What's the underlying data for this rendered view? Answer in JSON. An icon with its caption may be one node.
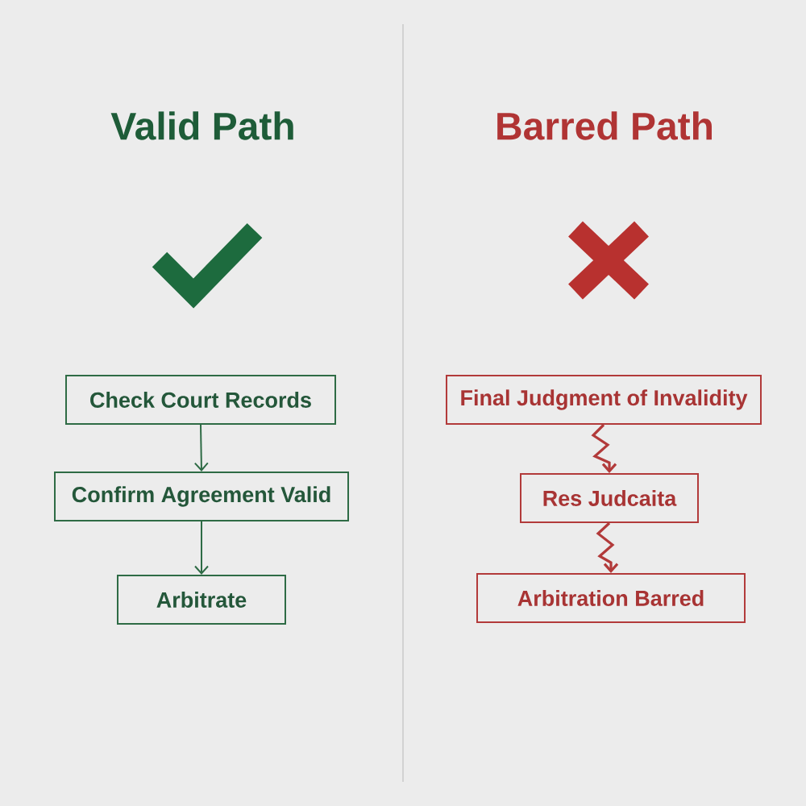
{
  "diagram": {
    "nodes": [
      {
        "text": [
          "Check Court Records"
        ]
      },
      {
        "text": [
          "Confirm Agreement Valid"
        ]
      },
      {
        "text": [
          "Arbitrate"
        ]
      },
      {
        "text": [
          "Final Judgment of Invalidity"
        ]
      },
      {
        "text": [
          "Res Judcaita"
        ]
      },
      {
        "text": [
          "Arbitration Barred"
        ]
      }
    ],
    "edges": [
      {
        "from": 0,
        "to": 1,
        "arrow": "to",
        "color": "#2e6b45"
      },
      {
        "from": 1,
        "to": 2,
        "arrow": "to",
        "color": "#2e6b45"
      },
      {
        "from": 3,
        "to": 4,
        "arrow": "to",
        "color": "#b23a3a"
      },
      {
        "from": 4,
        "to": 5,
        "arrow": "to",
        "color": "#b23a3a"
      }
    ],
    "labels": [
      "Valid Path",
      "Barred Path"
    ]
  }
}
